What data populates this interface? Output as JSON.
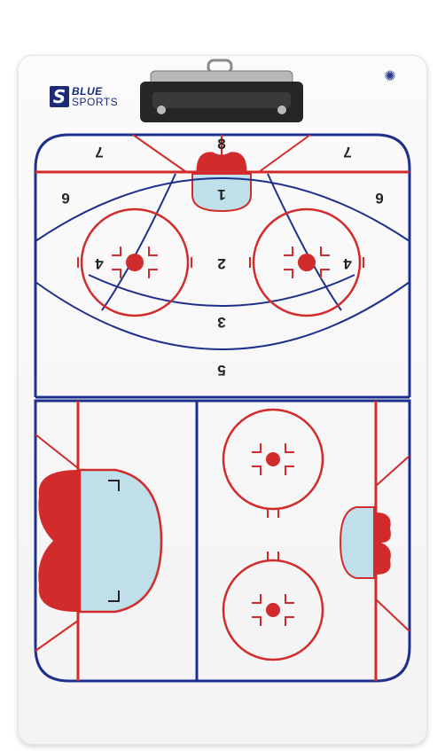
{
  "brand": {
    "logo_mark": "S",
    "line1": "BLUE",
    "line2": "SPORTS"
  },
  "rink": {
    "zone_numbers": [
      "8",
      "7",
      "7",
      "6",
      "6",
      "1",
      "4",
      "2",
      "4",
      "3",
      "5"
    ]
  },
  "colors": {
    "rink_red": "#d22b2b",
    "rink_blue": "#1f2f8c",
    "crease_blue": "#bfe0ea",
    "board_white": "#f6f6f6",
    "clip_metal": "#2a2a2a"
  }
}
